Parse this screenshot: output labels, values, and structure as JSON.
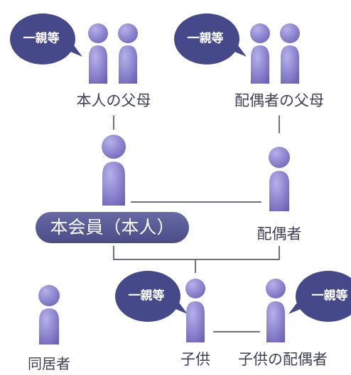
{
  "colors": {
    "person_dark": "#6c62b8",
    "person_light": "#b6b0ea",
    "bubble": "#454989",
    "line": "#6f6f7e",
    "text": "#3f3f56"
  },
  "badge_text": "一親等",
  "labels": {
    "self_parents": "本人の父母",
    "spouse_parents": "配偶者の父母",
    "member": "本会員（本人）",
    "spouse": "配偶者",
    "cohabitant": "同居者",
    "child": "子供",
    "child_spouse": "子供の配偶者"
  }
}
